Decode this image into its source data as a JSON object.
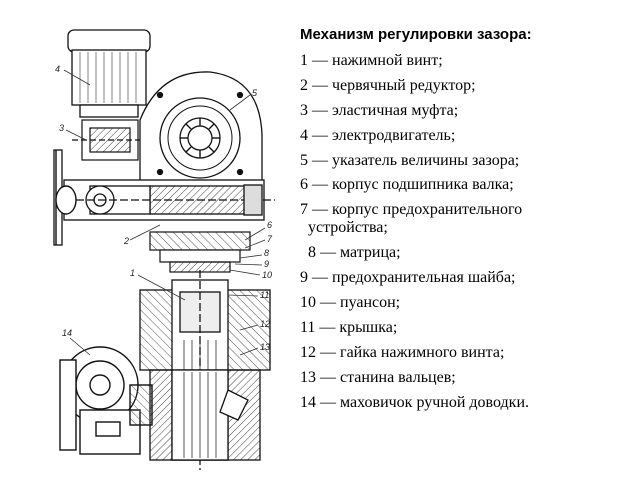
{
  "title": "Механизм регулировки зазора:",
  "legend": [
    {
      "num": "1",
      "dash": "—",
      "text": "нажимной винт;"
    },
    {
      "num": "2",
      "dash": "—",
      "text": "червячный редуктор;"
    },
    {
      "num": "3",
      "dash": "—",
      "text": "эластичная муфта;"
    },
    {
      "num": "4",
      "dash": "—",
      "text": "электродвигатель;"
    },
    {
      "num": "5",
      "dash": "—",
      "text": "указатель величины зазора;"
    },
    {
      "num": "6",
      "dash": "—",
      "text": "корпус подшипника валка;"
    },
    {
      "num": "7",
      "dash": "—",
      "text": "корпус предохранительного",
      "cont": "устройства;"
    },
    {
      "num": "8",
      "dash": "—",
      "text": "матрица;"
    },
    {
      "num": "9",
      "dash": "—",
      "text": "предохранительная шайба;"
    },
    {
      "num": "10",
      "dash": "—",
      "text": "пуансон;"
    },
    {
      "num": "11",
      "dash": "—",
      "text": "крышка;"
    },
    {
      "num": "12",
      "dash": "—",
      "text": "гайка нажимного винта;"
    },
    {
      "num": "13",
      "dash": "—",
      "text": "станина вальцев;"
    },
    {
      "num": "14",
      "dash": "—",
      "text": "маховичок ручной доводки."
    }
  ],
  "callouts": [
    "1",
    "2",
    "3",
    "4",
    "5",
    "6",
    "7",
    "8",
    "9",
    "10",
    "11",
    "12",
    "13",
    "14"
  ]
}
